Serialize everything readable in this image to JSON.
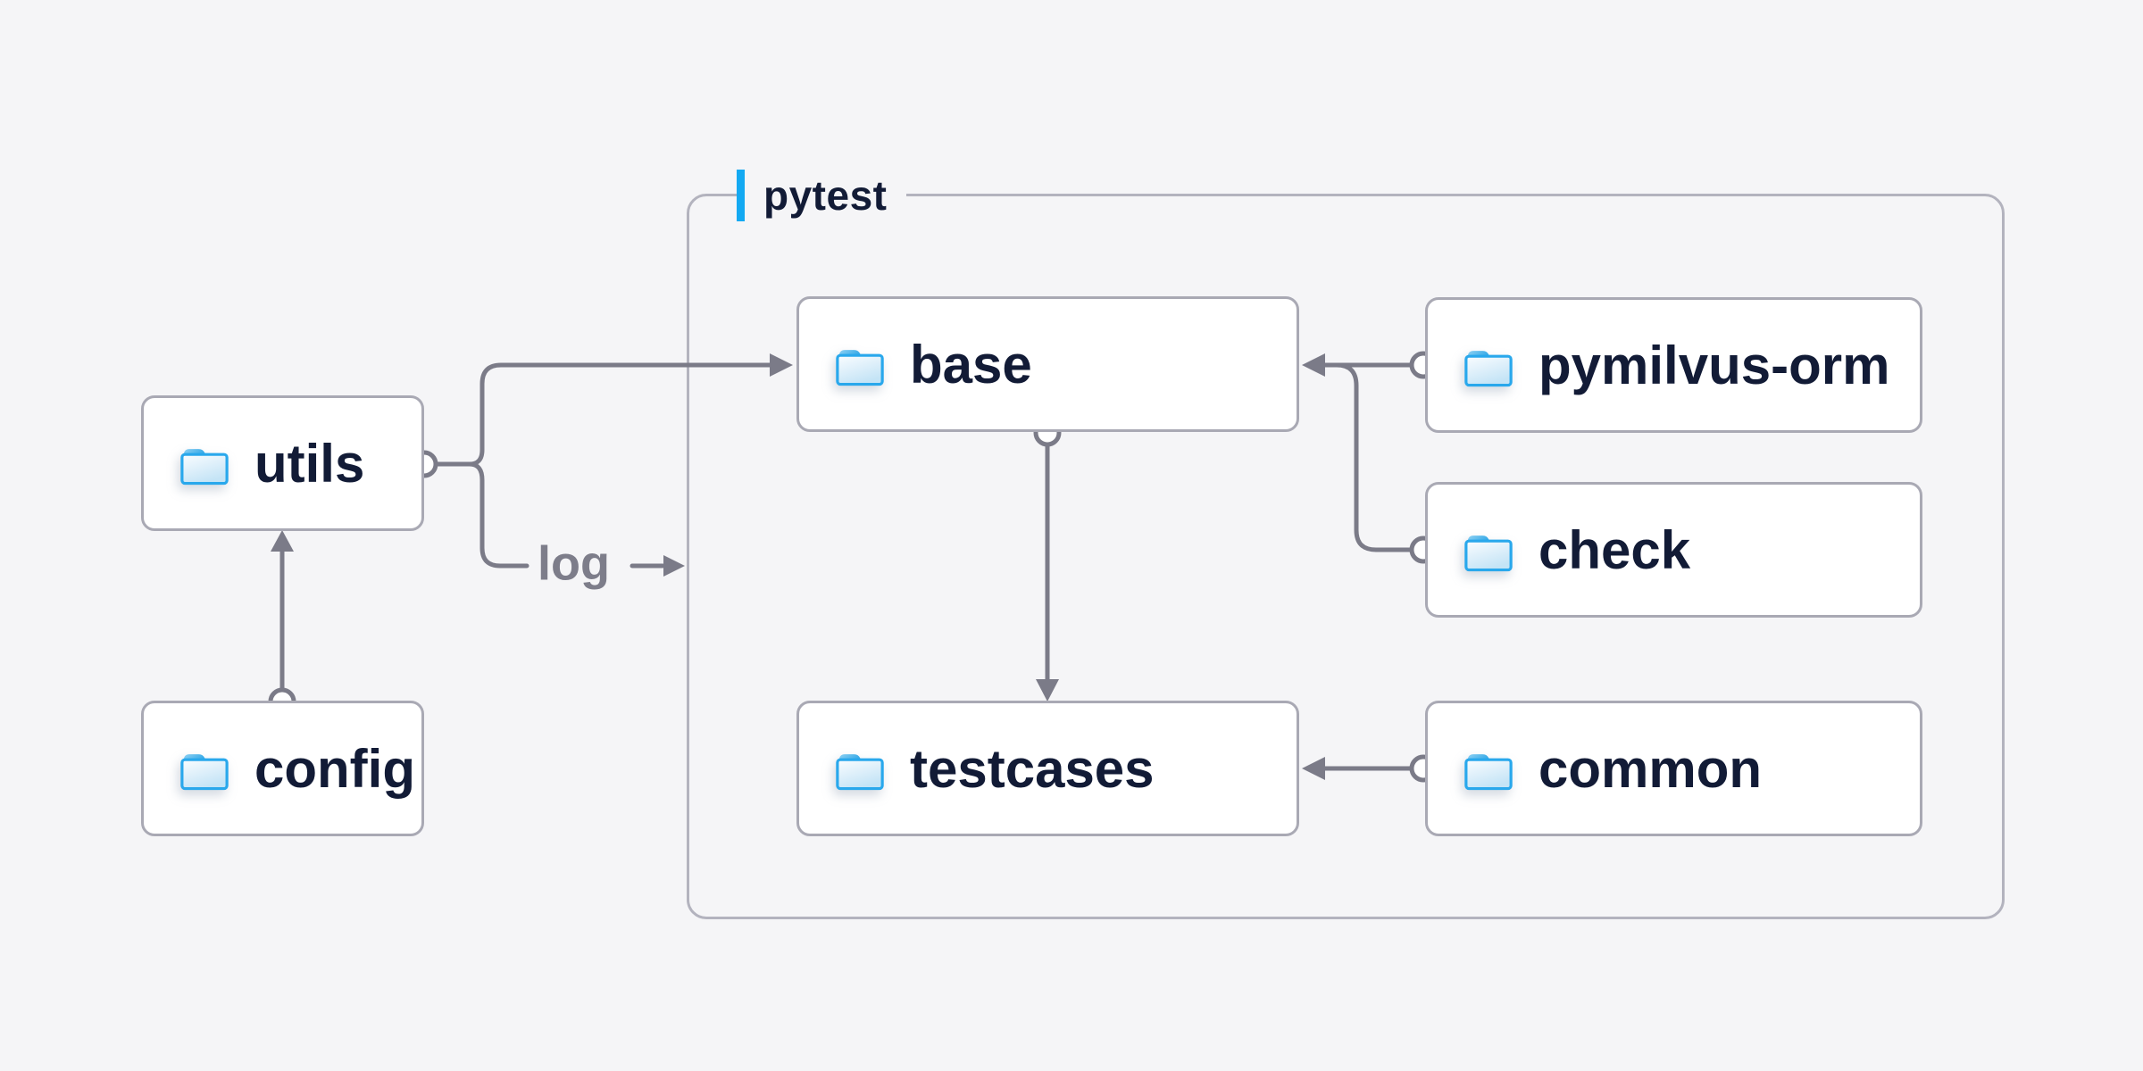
{
  "diagram": {
    "group": {
      "label": "pytest"
    },
    "log_label": {
      "text": "log"
    },
    "nodes": [
      {
        "id": "utils",
        "label": "utils",
        "icon": "folder-icon"
      },
      {
        "id": "config",
        "label": "config",
        "icon": "folder-icon"
      },
      {
        "id": "base",
        "label": "base",
        "icon": "folder-icon"
      },
      {
        "id": "pymilvus-orm",
        "label": "pymilvus-orm",
        "icon": "folder-icon"
      },
      {
        "id": "check",
        "label": "check",
        "icon": "folder-icon"
      },
      {
        "id": "testcases",
        "label": "testcases",
        "icon": "folder-icon"
      },
      {
        "id": "common",
        "label": "common",
        "icon": "folder-icon"
      }
    ],
    "edges": [
      {
        "from": "config",
        "to": "utils",
        "connector": "circle-to-arrow"
      },
      {
        "from": "utils",
        "to": "base",
        "connector": "circle-to-arrow"
      },
      {
        "from": "utils",
        "to": "pytest",
        "connector": "circle-to-arrow",
        "label": "log"
      },
      {
        "from": "pymilvus-orm",
        "to": "base",
        "connector": "circle-to-arrow"
      },
      {
        "from": "check",
        "to": "base",
        "connector": "circle-to-arrow"
      },
      {
        "from": "base",
        "to": "testcases",
        "connector": "circle-to-arrow"
      },
      {
        "from": "common",
        "to": "testcases",
        "connector": "circle-to-arrow"
      }
    ],
    "colors": {
      "background": "#f5f5f7",
      "node_background": "#ffffff",
      "node_border": "#a9a9b4",
      "group_border": "#b3b3be",
      "wire_gray": "#7b7b88",
      "text_navy": "#121b36",
      "muted_text": "#7d7d8a",
      "accent_blue": "#13a9f2",
      "folder_blue": "#29a8ec"
    }
  }
}
